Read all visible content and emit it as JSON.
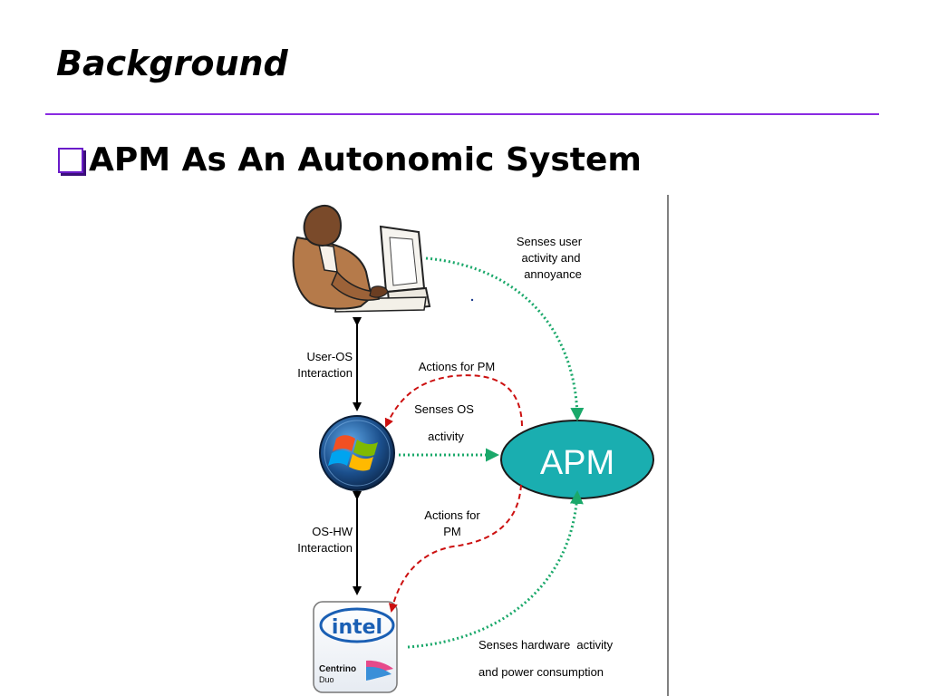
{
  "slide": {
    "title": "Background",
    "bullet": "APM As An Autonomic System"
  },
  "diagram": {
    "nodes": {
      "user": {
        "icon": "user-at-computer-icon"
      },
      "os": {
        "icon": "windows-logo-icon"
      },
      "hardware": {
        "icon": "intel-centrino-duo-logo-icon",
        "brand": "intel",
        "product": "Centrino",
        "product_suffix": "Duo"
      },
      "apm": {
        "label": "APM",
        "color": "#1aaeb0"
      }
    },
    "labels": {
      "senses_user_1": "Senses user",
      "senses_user_2": "activity and",
      "senses_user_3": "annoyance",
      "user_os_1": "User-OS",
      "user_os_2": "Interaction",
      "actions_pm_top": "Actions for PM",
      "senses_os_1": "Senses OS",
      "senses_os_2": "activity",
      "actions_pm_bottom_1": "Actions for",
      "actions_pm_bottom_2": "PM",
      "os_hw_1": "OS-HW",
      "os_hw_2": "Interaction",
      "senses_hw_1": "Senses hardware  activity",
      "senses_hw_2": "and power consumption"
    },
    "colors": {
      "sensing": "#1aa86a",
      "action": "#cc1010",
      "interaction": "#000000",
      "title_rule": "#8a2be2"
    }
  }
}
